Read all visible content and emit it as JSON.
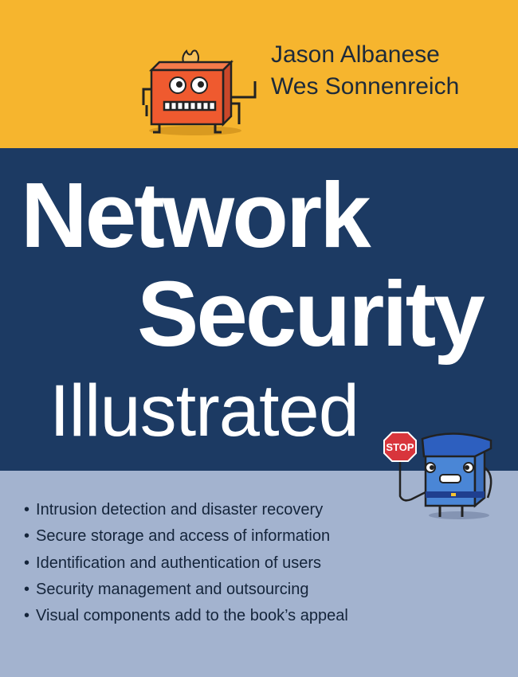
{
  "authors": [
    "Jason Albanese",
    "Wes Sonnenreich"
  ],
  "title": {
    "line1": "Network",
    "line2": "Security",
    "line3": "Illustrated"
  },
  "bullets": [
    "Intrusion detection and disaster recovery",
    "Secure storage and access of information",
    "Identification and authentication of users",
    "Security management and outsourcing",
    "Visual components add to the book’s appeal"
  ],
  "stop_sign": "STOP",
  "colors": {
    "top": "#f6b52e",
    "middle": "#1c3a63",
    "bottom": "#a3b3cf",
    "firewall": "#ef5a2f",
    "guard": "#4a86d6"
  }
}
